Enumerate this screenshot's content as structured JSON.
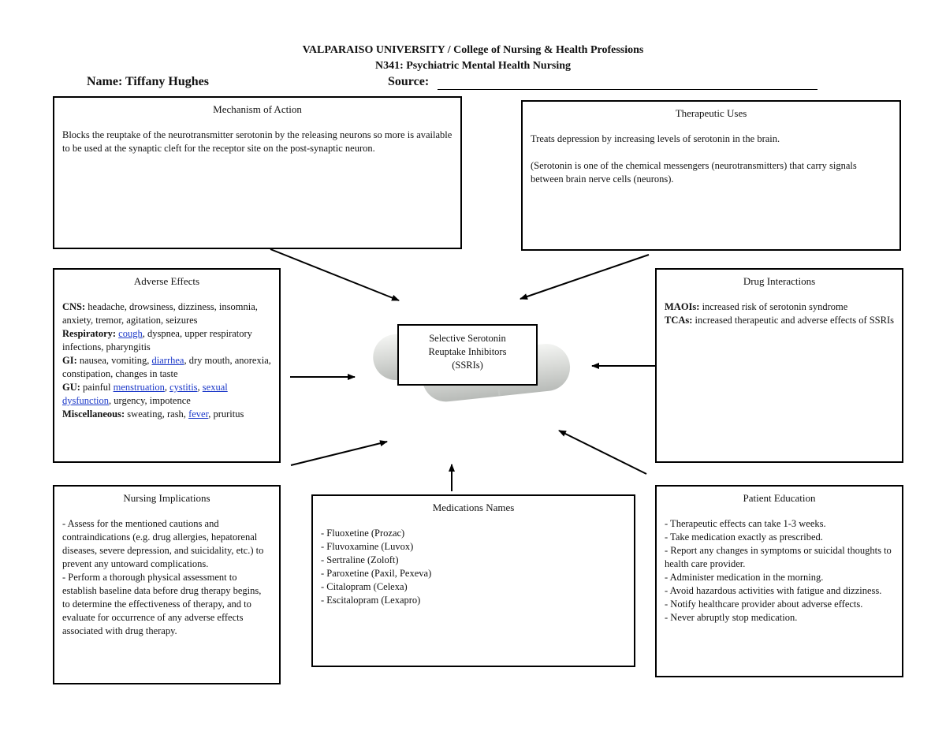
{
  "header": {
    "line1": "VALPARAISO UNIVERSITY / College of Nursing & Health Professions",
    "line2": "N341: Psychiatric Mental Health Nursing",
    "name_label": "Name: Tiffany Hughes",
    "source_label": "Source:"
  },
  "center": {
    "line1": "Selective Serotonin",
    "line2": "Reuptake Inhibitors",
    "line3": "(SSRIs)"
  },
  "mechanism": {
    "title": "Mechanism of Action",
    "text": "Blocks the reuptake of the neurotransmitter serotonin by the releasing neurons so more is available to be used at the synaptic cleft for the receptor site on the post-synaptic neuron."
  },
  "therapeutic": {
    "title": "Therapeutic Uses",
    "p1": "Treats depression by increasing levels of serotonin in the brain.",
    "p2": "(Serotonin is one of the chemical messengers (neurotransmitters) that carry signals between brain nerve cells (neurons)."
  },
  "adverse": {
    "title": "Adverse Effects",
    "cns_label": "CNS:",
    "cns_text": "headache, drowsiness, dizziness, insomnia, anxiety, tremor, agitation, seizures",
    "resp_label": "Respiratory:",
    "resp_link": "cough",
    "resp_text": ", dyspnea, upper respiratory infections, pharyngitis",
    "gi_label": "GI:",
    "gi_text1": "nausea, vomiting,",
    "gi_link": "diarrhea",
    "gi_text2": ", dry mouth, anorexia, constipation, changes in taste",
    "gu_label": "GU:",
    "gu_text1": "painful",
    "gu_link1": "menstruation",
    "gu_sep1": ",",
    "gu_link2": "cystitis",
    "gu_sep2": ",",
    "gu_link3": "sexual dysfunction",
    "gu_text2": ", urgency, impotence",
    "misc_label": "Miscellaneous:",
    "misc_text1": "sweating, rash,",
    "misc_link": "fever",
    "misc_text2": ", pruritus"
  },
  "interactions": {
    "title": "Drug Interactions",
    "maoi_label": "MAOIs:",
    "maoi_text": "increased risk of serotonin syndrome",
    "tca_label": "TCAs:",
    "tca_text": "increased therapeutic and adverse effects of SSRIs"
  },
  "nursing": {
    "title": "Nursing Implications",
    "items": [
      "- Assess for the mentioned cautions and contraindications (e.g. drug allergies, hepatorenal diseases, severe depression, and suicidality, etc.) to prevent any untoward complications.",
      "- Perform a thorough physical  assessment to establish baseline data before drug therapy begins, to determine the effectiveness of therapy, and to evaluate for occurrence of any adverse effects associated with drug therapy."
    ]
  },
  "medications": {
    "title": "Medications Names",
    "items": [
      "- Fluoxetine (Prozac)",
      "- Fluvoxamine (Luvox)",
      "- Sertraline (Zoloft)",
      "- Paroxetine (Paxil, Pexeva)",
      "- Citalopram (Celexa)",
      "- Escitalopram (Lexapro)"
    ]
  },
  "education": {
    "title": "Patient Education",
    "items": [
      "- Therapeutic effects can take 1-3 weeks.",
      "- Take medication exactly as prescribed.",
      "- Report any changes in symptoms or suicidal thoughts to health care provider.",
      "- Administer medication in the morning.",
      "- Avoid hazardous activities with fatigue and dizziness.",
      "- Notify healthcare provider about adverse effects.",
      "- Never abruptly stop medication."
    ]
  }
}
